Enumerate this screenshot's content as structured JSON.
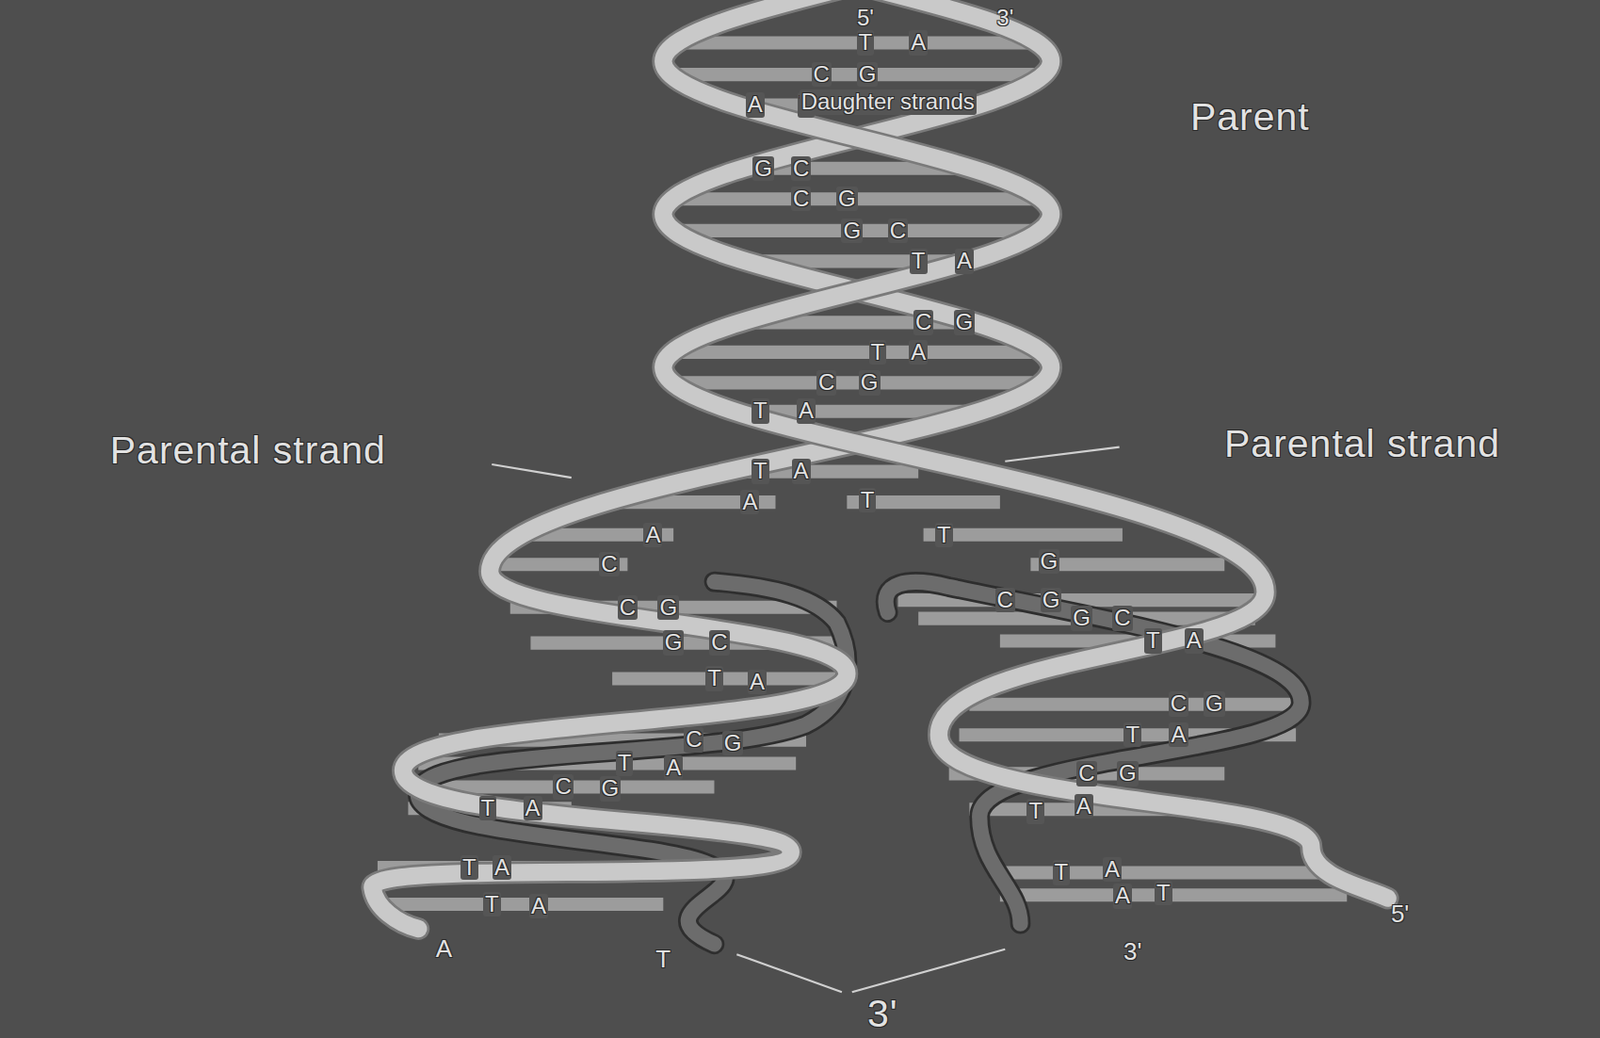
{
  "diagram": {
    "labels": [
      "5'",
      "3'",
      "Parent",
      "T",
      "A",
      "C",
      "G",
      "A",
      "T",
      "G",
      "C",
      "C",
      "G",
      "G",
      "C",
      "T",
      "A",
      "C",
      "G",
      "T",
      "A",
      "C",
      "G",
      "T",
      "A",
      "Parental strand",
      "Parental strand",
      "T",
      "A",
      "A",
      "T",
      "A",
      "T",
      "C",
      "G",
      "C",
      "G",
      "C",
      "G",
      "G",
      "C",
      "G",
      "C",
      "T",
      "A",
      "T",
      "A",
      "C",
      "G",
      "C",
      "G",
      "T",
      "A",
      "T",
      "A",
      "C",
      "G",
      "C",
      "G",
      "T",
      "A",
      "T",
      "A",
      "T",
      "A",
      "T",
      "A",
      "T",
      "A",
      "A",
      "T",
      "A",
      "T",
      "3'",
      "5'",
      "3'",
      "5'",
      "Daughter strands"
    ]
  }
}
